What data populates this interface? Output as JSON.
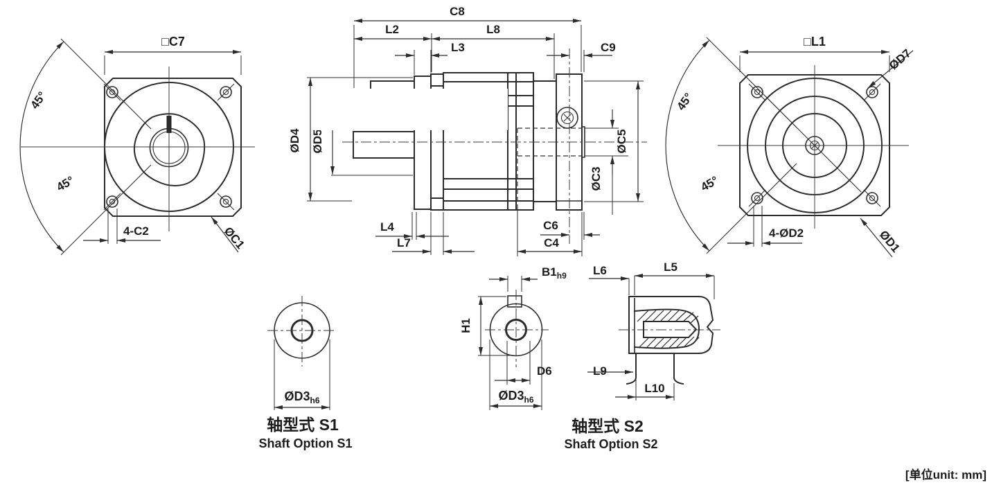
{
  "drawing": {
    "unit_note": "[单位unit: mm]",
    "line_color": "#2b2b2b",
    "text_color": "#1c1c1c",
    "views": {
      "front_left": {
        "dims": {
          "c7": "□C7",
          "angle_upper": "45°",
          "angle_lower": "45°",
          "holes": "4-C2",
          "outer": "ØC1"
        }
      },
      "section": {
        "dims": {
          "c8": "C8",
          "l2": "L2",
          "l8": "L8",
          "l3": "L3",
          "c9": "C9",
          "d4": "ØD4",
          "d5": "ØD5",
          "c5": "ØC5",
          "c3": "ØC3",
          "l4": "L4",
          "l7": "L7",
          "c6": "C6",
          "c4": "C4"
        }
      },
      "front_right": {
        "dims": {
          "l1": "□L1",
          "d7": "ØD7",
          "angle_upper": "45°",
          "angle_lower": "45°",
          "holes": "4-ØD2",
          "outer": "ØD1"
        }
      },
      "shaft_s1": {
        "dims": {
          "d3": "ØD3",
          "d3_tol": "h6"
        },
        "title_zh": "轴型式 S1",
        "title_en": "Shaft Option S1"
      },
      "shaft_s2": {
        "dims": {
          "b1": "B1",
          "b1_tol": "h9",
          "h1": "H1",
          "d6": "D6",
          "d3": "ØD3",
          "d3_tol": "h6",
          "l6": "L6",
          "l5": "L5",
          "l9": "L9",
          "l10": "L10"
        },
        "title_zh": "轴型式 S2",
        "title_en": "Shaft Option S2"
      }
    }
  }
}
